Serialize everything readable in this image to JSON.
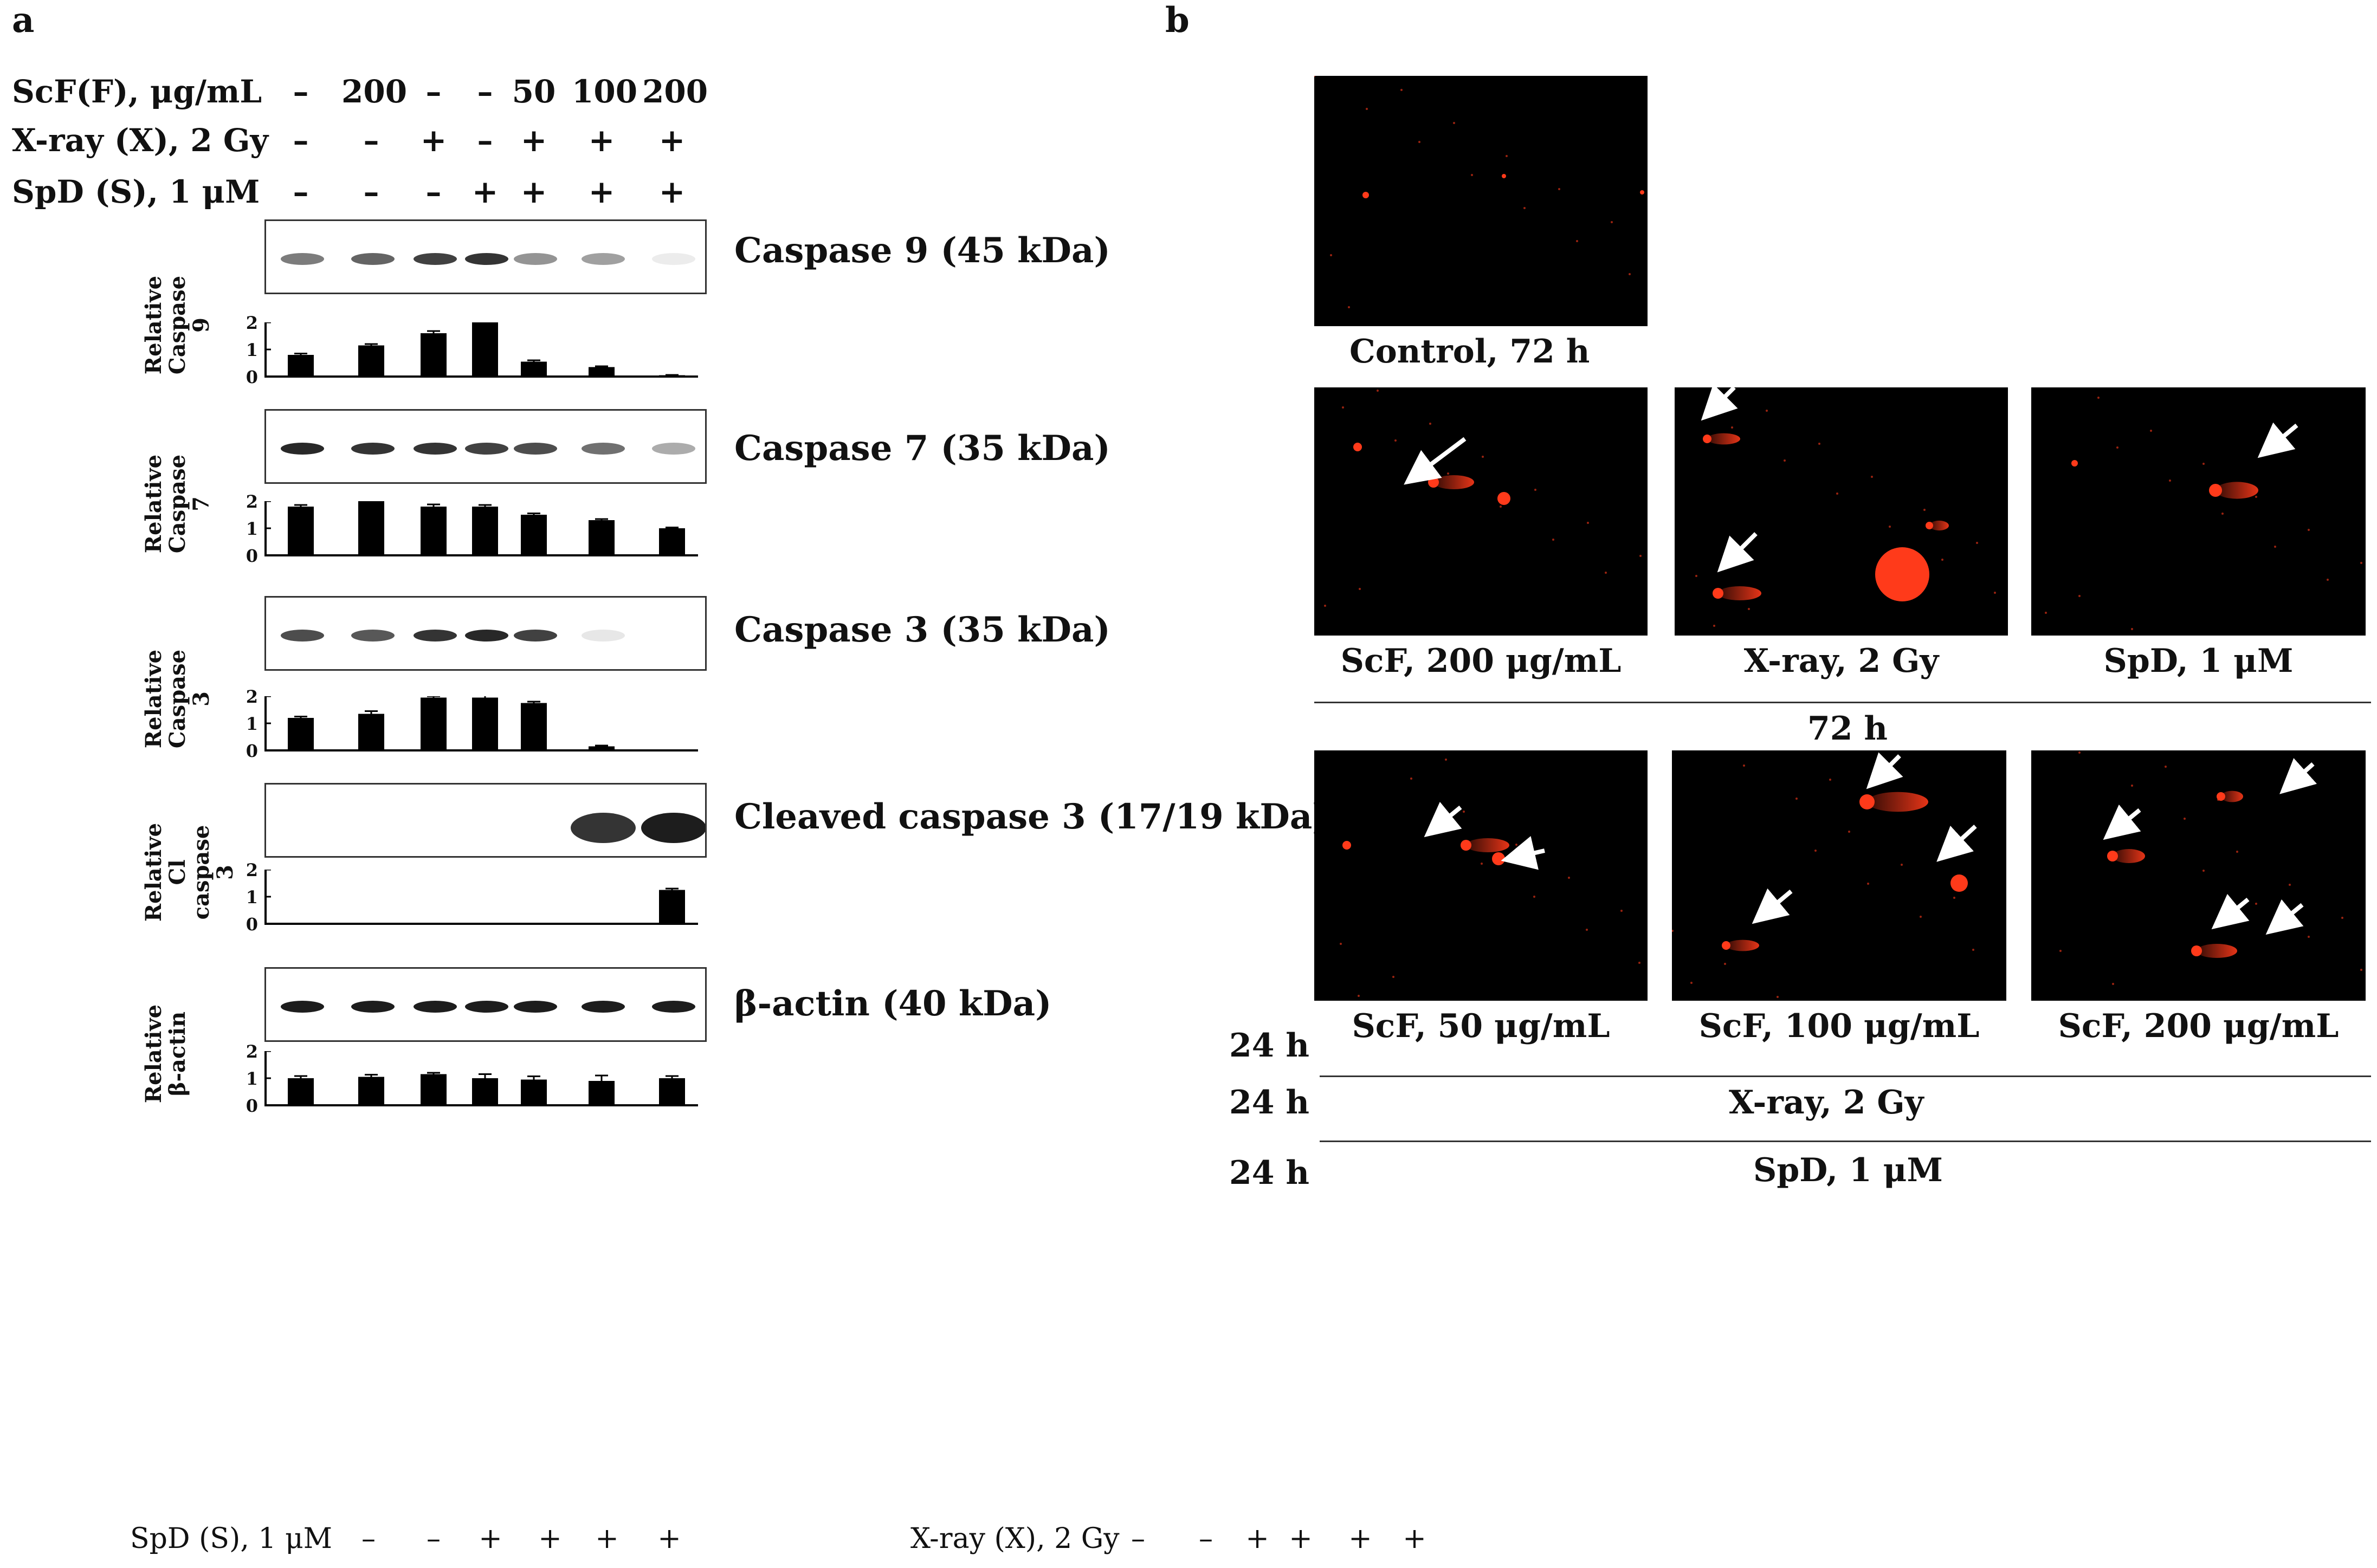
{
  "panel_a": {
    "letter": "a",
    "conditions": [
      {
        "label": "ScF(F), μg/mL",
        "values": [
          "–",
          "200",
          "–",
          "–",
          "50",
          "100",
          "200"
        ]
      },
      {
        "label": "X-ray (X), 2 Gy",
        "values": [
          "–",
          "–",
          "+",
          "–",
          "+",
          "+",
          "+"
        ]
      },
      {
        "label": "SpD (S), 1 μM",
        "values": [
          "–",
          "–",
          "–",
          "+",
          "+",
          "+",
          "+"
        ]
      }
    ],
    "blots": [
      {
        "label": "Caspase 9 (45 kDa)",
        "intensity": [
          0.55,
          0.65,
          0.8,
          0.85,
          0.45,
          0.4,
          0.08
        ]
      },
      {
        "label": "Caspase 7 (35 kDa)",
        "intensity": [
          0.9,
          0.85,
          0.85,
          0.8,
          0.75,
          0.6,
          0.35
        ]
      },
      {
        "label": "Caspase 3 (35 kDa)",
        "intensity": [
          0.75,
          0.7,
          0.85,
          0.9,
          0.8,
          0.1,
          0.0
        ]
      },
      {
        "label": "Cleaved caspase 3 (17/19 kDa)",
        "intensity": [
          0,
          0,
          0,
          0,
          0,
          0.85,
          0.95
        ]
      },
      {
        "label": "β-actin (40 kDa)",
        "intensity": [
          0.95,
          0.95,
          0.95,
          0.95,
          0.95,
          0.95,
          0.95
        ]
      }
    ]
  },
  "chart_data": [
    {
      "type": "bar",
      "ylabel": "Relative Caspase 9",
      "ylim": [
        0,
        2
      ],
      "yticks": [
        "2",
        "1",
        "0"
      ],
      "values": [
        0.8,
        1.15,
        1.6,
        2.0,
        0.55,
        0.35,
        0.05
      ],
      "errors": [
        0.05,
        0.05,
        0.08,
        0.05,
        0.05,
        0.03,
        0.01
      ]
    },
    {
      "type": "bar",
      "ylabel": "Relative Caspase 7",
      "ylim": [
        0,
        2
      ],
      "yticks": [
        "2",
        "1",
        "0"
      ],
      "values": [
        1.8,
        2.0,
        1.8,
        1.8,
        1.5,
        1.3,
        1.0
      ],
      "errors": [
        0.06,
        0.05,
        0.08,
        0.06,
        0.05,
        0.04,
        0.03
      ]
    },
    {
      "type": "bar",
      "ylabel": "Relative Caspase 3",
      "ylim": [
        0,
        2
      ],
      "yticks": [
        "2",
        "1",
        "0"
      ],
      "values": [
        1.2,
        1.35,
        1.95,
        1.95,
        1.75,
        0.15,
        0.0
      ],
      "errors": [
        0.05,
        0.1,
        0.05,
        0.08,
        0.05,
        0.03,
        0.0
      ]
    },
    {
      "type": "bar",
      "ylabel": "Relative Cl caspase 3",
      "ylim": [
        0,
        2
      ],
      "yticks": [
        "2",
        "1",
        "0"
      ],
      "values": [
        0,
        0,
        0,
        0,
        0,
        0,
        1.25
      ],
      "errors": [
        0,
        0,
        0,
        0,
        0,
        0,
        0.05
      ]
    },
    {
      "type": "bar",
      "ylabel": "Relative β-actin",
      "ylim": [
        0,
        2
      ],
      "yticks": [
        "2",
        "1",
        "0"
      ],
      "values": [
        1.0,
        1.05,
        1.15,
        1.0,
        0.95,
        0.9,
        1.0
      ],
      "errors": [
        0.08,
        0.08,
        0.05,
        0.15,
        0.12,
        0.2,
        0.08
      ]
    }
  ],
  "panel_b": {
    "letter": "b",
    "images": [
      {
        "caption": "Control, 72 h"
      },
      {
        "caption": "ScF, 200 μg/mL"
      },
      {
        "caption": "X-ray, 2 Gy"
      },
      {
        "caption": "SpD, 1 μM"
      },
      {
        "caption": "ScF, 50 μg/mL"
      },
      {
        "caption": "ScF, 100 μg/mL"
      },
      {
        "caption": "ScF, 200 μg/mL"
      }
    ],
    "row1_time": "72 h",
    "row2_times": [
      "24 h",
      "24 h",
      "24 h"
    ],
    "row2_treatments": [
      "X-ray, 2 Gy",
      "SpD, 1 μM"
    ]
  },
  "footer": {
    "spd_label": "SpD (S), 1 μM",
    "spd_values": [
      "–",
      "–",
      "+",
      "+",
      "+",
      "+"
    ],
    "xray_label": "X-ray (X), 2 Gy",
    "xray_values": [
      "–",
      "–",
      "+",
      "+",
      "+",
      "+"
    ]
  },
  "colors": {
    "band": "#111111",
    "bar": "#000000",
    "cell": "#ff3a1a",
    "arrow": "#ffffff"
  }
}
